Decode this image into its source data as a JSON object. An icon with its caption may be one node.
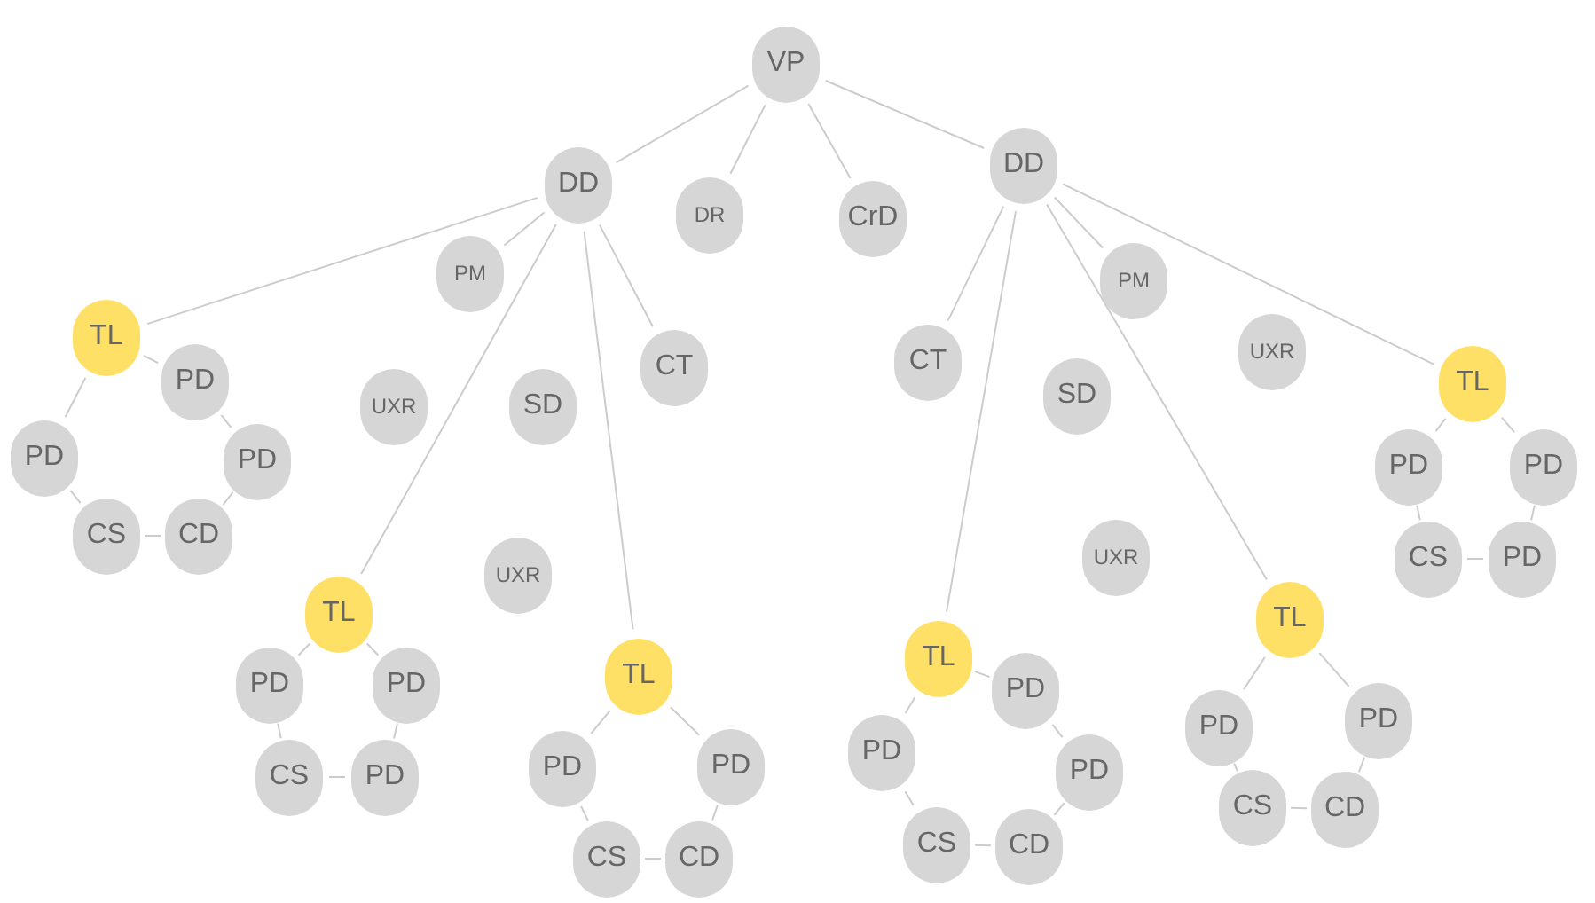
{
  "diagram": {
    "nodes": [
      {
        "text": [
          "VP"
        ]
      },
      {
        "text": [
          "DD"
        ]
      },
      {
        "text": [
          "DR"
        ]
      },
      {
        "text": [
          "CrD"
        ]
      },
      {
        "text": [
          "DD"
        ]
      },
      {
        "text": [
          "PM"
        ]
      },
      {
        "text": [
          "CT"
        ]
      },
      {
        "text": [
          "UXR"
        ]
      },
      {
        "text": [
          "SD"
        ]
      },
      {
        "text": [
          "UXR"
        ]
      },
      {
        "text": [
          "CT"
        ]
      },
      {
        "text": [
          "SD"
        ]
      },
      {
        "text": [
          "PM"
        ]
      },
      {
        "text": [
          "UXR"
        ]
      },
      {
        "text": [
          "UXR"
        ]
      },
      {
        "text": [
          "TL"
        ]
      },
      {
        "text": [
          "PD"
        ]
      },
      {
        "text": [
          "PD"
        ]
      },
      {
        "text": [
          "PD"
        ]
      },
      {
        "text": [
          "CS"
        ]
      },
      {
        "text": [
          "CD"
        ]
      },
      {
        "text": [
          "TL"
        ]
      },
      {
        "text": [
          "PD"
        ]
      },
      {
        "text": [
          "PD"
        ]
      },
      {
        "text": [
          "CS"
        ]
      },
      {
        "text": [
          "PD"
        ]
      },
      {
        "text": [
          "TL"
        ]
      },
      {
        "text": [
          "PD"
        ]
      },
      {
        "text": [
          "PD"
        ]
      },
      {
        "text": [
          "CS"
        ]
      },
      {
        "text": [
          "CD"
        ]
      },
      {
        "text": [
          "TL"
        ]
      },
      {
        "text": [
          "PD"
        ]
      },
      {
        "text": [
          "PD"
        ]
      },
      {
        "text": [
          "PD"
        ]
      },
      {
        "text": [
          "CS"
        ]
      },
      {
        "text": [
          "CD"
        ]
      },
      {
        "text": [
          "TL"
        ]
      },
      {
        "text": [
          "PD"
        ]
      },
      {
        "text": [
          "PD"
        ]
      },
      {
        "text": [
          "CS"
        ]
      },
      {
        "text": [
          "CD"
        ]
      },
      {
        "text": [
          "TL"
        ]
      },
      {
        "text": [
          "PD"
        ]
      },
      {
        "text": [
          "PD"
        ]
      },
      {
        "text": [
          "CS"
        ]
      },
      {
        "text": [
          "PD"
        ]
      }
    ],
    "edges": [
      {
        "from": 0,
        "to": 1,
        "arrow": "none"
      },
      {
        "from": 0,
        "to": 2,
        "arrow": "none"
      },
      {
        "from": 0,
        "to": 3,
        "arrow": "none"
      },
      {
        "from": 0,
        "to": 4,
        "arrow": "none"
      },
      {
        "from": 1,
        "to": 15,
        "arrow": "none"
      },
      {
        "from": 1,
        "to": 5,
        "arrow": "none"
      },
      {
        "from": 1,
        "to": 21,
        "arrow": "none"
      },
      {
        "from": 1,
        "to": 26,
        "arrow": "none"
      },
      {
        "from": 1,
        "to": 6,
        "arrow": "none"
      },
      {
        "from": 4,
        "to": 10,
        "arrow": "none"
      },
      {
        "from": 4,
        "to": 31,
        "arrow": "none"
      },
      {
        "from": 4,
        "to": 12,
        "arrow": "none"
      },
      {
        "from": 4,
        "to": 37,
        "arrow": "none"
      },
      {
        "from": 4,
        "to": 42,
        "arrow": "none"
      },
      {
        "from": 15,
        "to": 16,
        "arrow": "none"
      },
      {
        "from": 16,
        "to": 17,
        "arrow": "none"
      },
      {
        "from": 17,
        "to": 20,
        "arrow": "none"
      },
      {
        "from": 20,
        "to": 19,
        "arrow": "none"
      },
      {
        "from": 19,
        "to": 18,
        "arrow": "none"
      },
      {
        "from": 18,
        "to": 15,
        "arrow": "none"
      },
      {
        "from": 21,
        "to": 22,
        "arrow": "none"
      },
      {
        "from": 21,
        "to": 23,
        "arrow": "none"
      },
      {
        "from": 22,
        "to": 24,
        "arrow": "none"
      },
      {
        "from": 24,
        "to": 25,
        "arrow": "none"
      },
      {
        "from": 25,
        "to": 23,
        "arrow": "none"
      },
      {
        "from": 26,
        "to": 27,
        "arrow": "none"
      },
      {
        "from": 26,
        "to": 28,
        "arrow": "none"
      },
      {
        "from": 27,
        "to": 29,
        "arrow": "none"
      },
      {
        "from": 29,
        "to": 30,
        "arrow": "none"
      },
      {
        "from": 30,
        "to": 28,
        "arrow": "none"
      },
      {
        "from": 31,
        "to": 32,
        "arrow": "none"
      },
      {
        "from": 32,
        "to": 34,
        "arrow": "none"
      },
      {
        "from": 34,
        "to": 36,
        "arrow": "none"
      },
      {
        "from": 36,
        "to": 35,
        "arrow": "none"
      },
      {
        "from": 35,
        "to": 33,
        "arrow": "none"
      },
      {
        "from": 33,
        "to": 31,
        "arrow": "none"
      },
      {
        "from": 37,
        "to": 38,
        "arrow": "none"
      },
      {
        "from": 37,
        "to": 39,
        "arrow": "none"
      },
      {
        "from": 38,
        "to": 40,
        "arrow": "none"
      },
      {
        "from": 40,
        "to": 41,
        "arrow": "none"
      },
      {
        "from": 41,
        "to": 39,
        "arrow": "none"
      },
      {
        "from": 42,
        "to": 43,
        "arrow": "none"
      },
      {
        "from": 42,
        "to": 44,
        "arrow": "none"
      },
      {
        "from": 43,
        "to": 45,
        "arrow": "none"
      },
      {
        "from": 45,
        "to": 46,
        "arrow": "none"
      },
      {
        "from": 46,
        "to": 44,
        "arrow": "none"
      }
    ]
  }
}
